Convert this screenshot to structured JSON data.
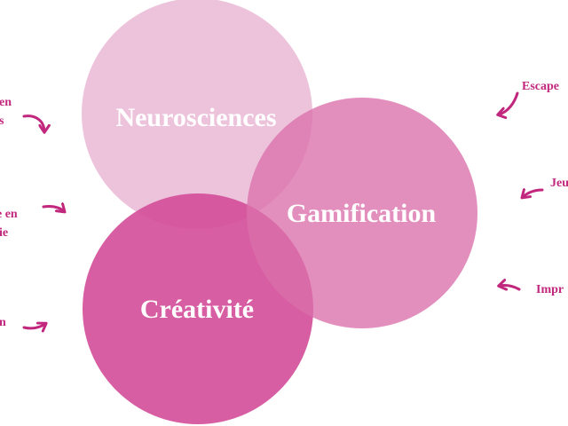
{
  "colors": {
    "neurosciences": "#eab8d6",
    "gamification": "#db6fab",
    "creativite": "#d4509a",
    "accent": "#c2277e"
  },
  "circles": {
    "neurosciences": {
      "label": "Neurosciences"
    },
    "gamification": {
      "label": "Gamification"
    },
    "creativite": {
      "label": "Créativité"
    }
  },
  "left_labels": {
    "item1": {
      "line1": "en",
      "line2": "s"
    },
    "item2": {
      "line1": "e en",
      "line2": "ie"
    },
    "item3": {
      "line1": "n"
    }
  },
  "right_labels": {
    "item1": {
      "line1": "Escape"
    },
    "item2": {
      "line1": "Jeu"
    },
    "item3": {
      "line1": "Impr"
    }
  },
  "icons": {
    "arrow": "curved-arrow-icon"
  }
}
